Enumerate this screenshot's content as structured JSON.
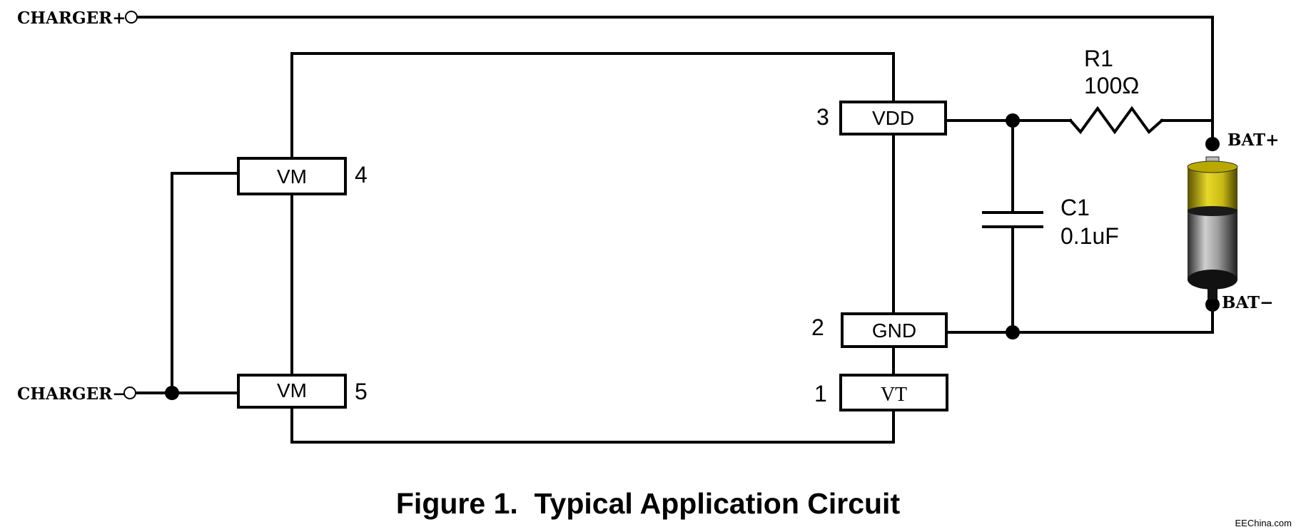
{
  "terminals": {
    "charger_plus": "CHARGER+",
    "charger_minus": "CHARGER−",
    "bat_plus": "BAT+",
    "bat_minus": "BAT−"
  },
  "ic_pins": [
    {
      "number": "3",
      "label": "VDD"
    },
    {
      "number": "2",
      "label": "GND"
    },
    {
      "number": "1",
      "label": "VT"
    },
    {
      "number": "4",
      "label": "VM"
    },
    {
      "number": "5",
      "label": "VM"
    }
  ],
  "resistor": {
    "ref": "R1",
    "value": "100Ω"
  },
  "capacitor": {
    "ref": "C1",
    "value": "0.1uF"
  },
  "caption": "Figure 1.  Typical Application Circuit",
  "watermark": "EEChina.com",
  "colors": {
    "battery_cap": "#d8c61a",
    "battery_body": "#8a8a8a",
    "wire": "#000000"
  }
}
